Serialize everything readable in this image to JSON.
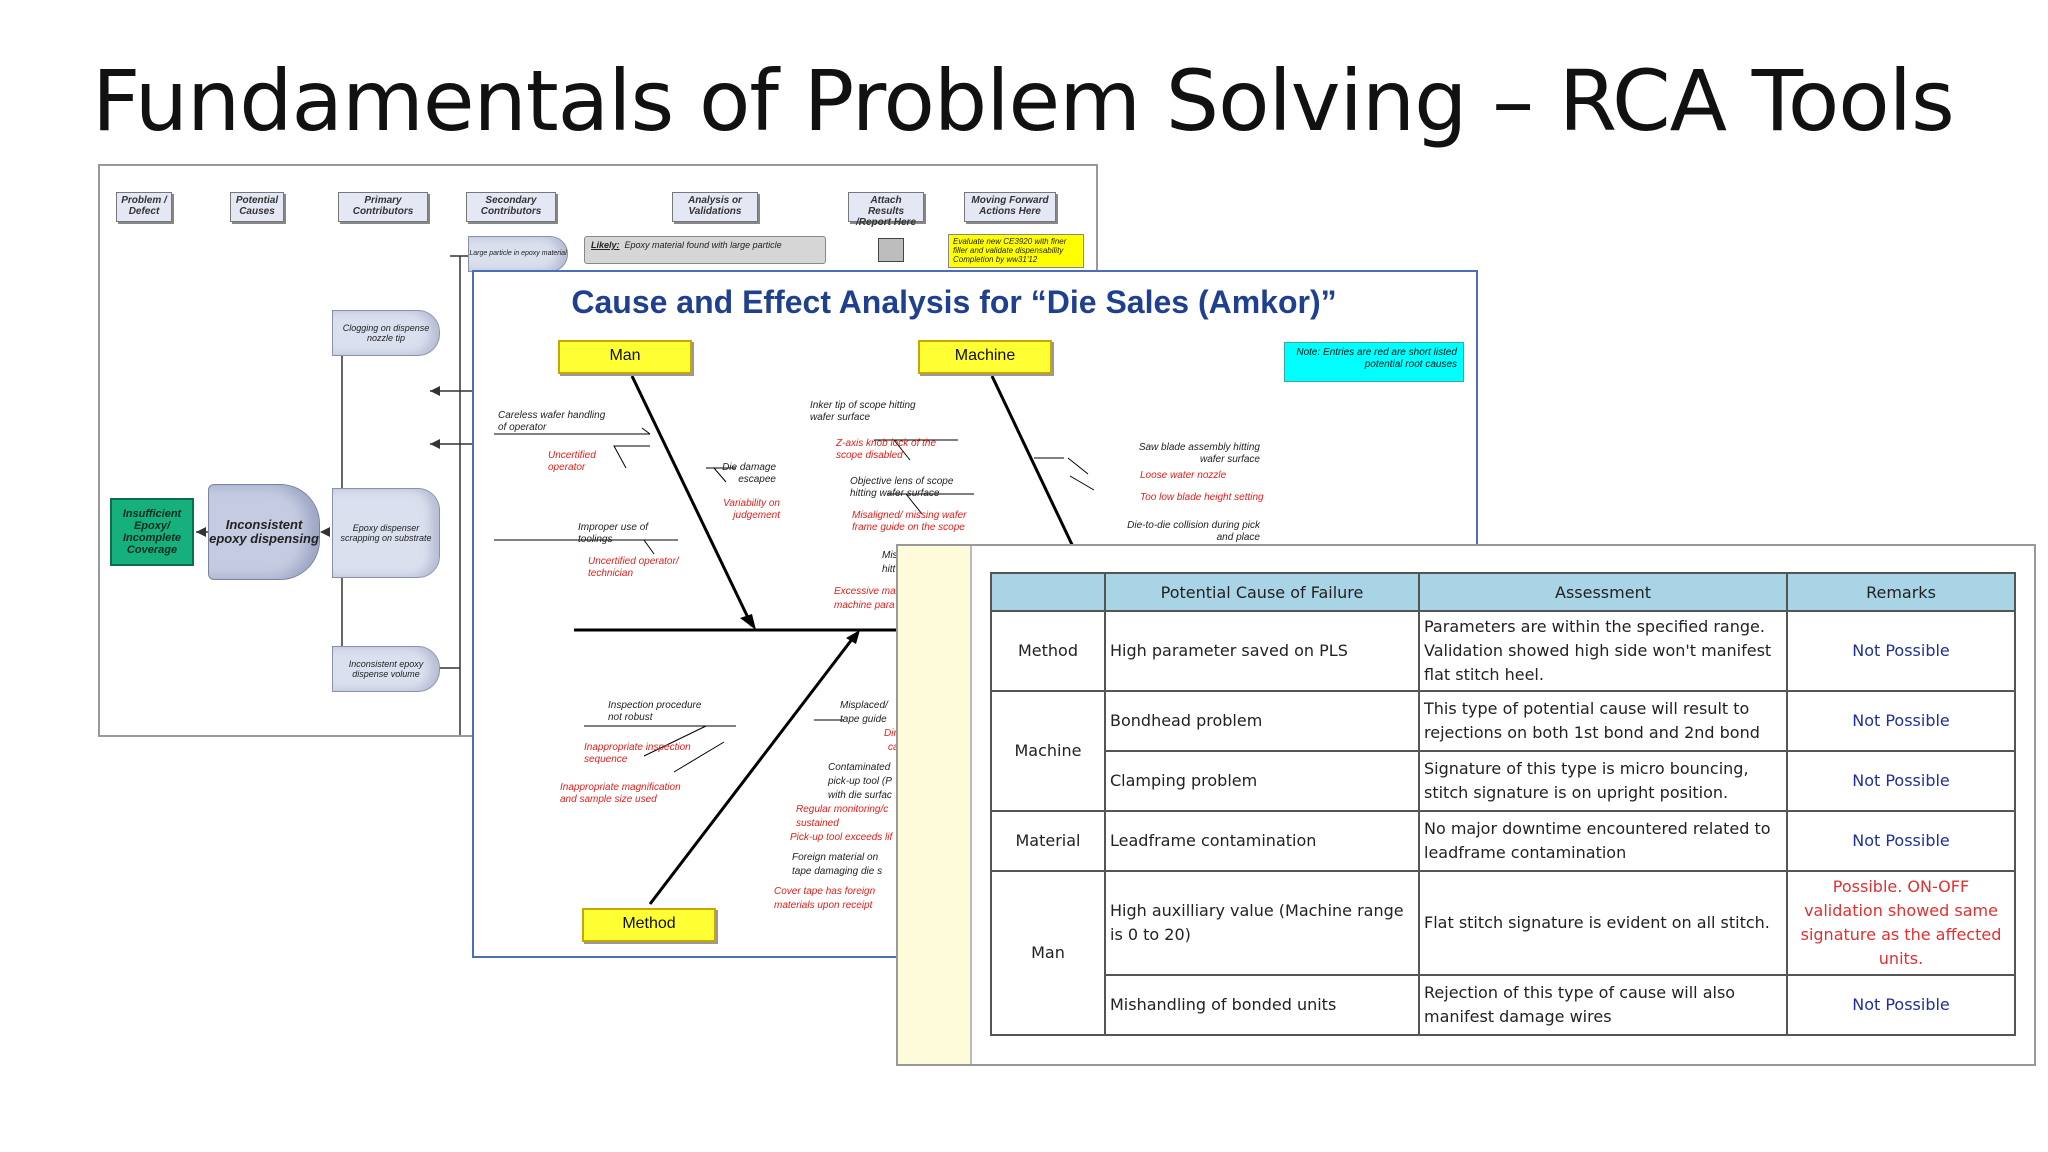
{
  "slide": {
    "title": "Fundamentals of Problem Solving – RCA Tools"
  },
  "flow_tree": {
    "headers": [
      "Problem / Defect",
      "Potential Causes",
      "Primary Contributors",
      "Secondary Contributors",
      "Analysis or Validations",
      "Attach Results /Report Here",
      "Moving Forward Actions Here"
    ],
    "problem": "Insufficient Epoxy/ Incomplete Coverage",
    "potential_cause": "Inconsistent epoxy dispensing",
    "primary": [
      "Clogging on dispense nozzle tip",
      "Epoxy dispenser scrapping on substrate",
      "Inconsistent epoxy dispense volume"
    ],
    "secondary": "Large particle in epoxy material",
    "likely_label": "Likely:",
    "likely_text": "Epoxy material found with large particle",
    "action": "Evaluate new CE3920 with finer filler and validate dispensability Completion by ww31'12",
    "colors": {
      "problem": "#16b07f",
      "box": "#c5cce2",
      "action": "#ffff00"
    }
  },
  "fishbone": {
    "title": "Cause and Effect Analysis for “Die Sales (Amkor)”",
    "categories": {
      "man": "Man",
      "machine": "Machine",
      "method": "Method"
    },
    "note": "Note: Entries are red are short listed potential root causes",
    "man_causes": [
      {
        "text": "Careless wafer handling of operator",
        "red": false
      },
      {
        "text": "Uncertified operator",
        "red": true
      },
      {
        "text": "Die damage escapee",
        "red": false
      },
      {
        "text": "Variability on judgement",
        "red": true
      },
      {
        "text": "Improper use of toolings",
        "red": false
      },
      {
        "text": "Uncertified operator/ technician",
        "red": true
      }
    ],
    "machine_causes": [
      {
        "text": "Inker tip of scope hitting wafer surface",
        "red": false
      },
      {
        "text": "Z-axis knob lock of the scope disabled",
        "red": true
      },
      {
        "text": "Objective lens of scope hitting wafer surface",
        "red": false
      },
      {
        "text": "Misaligned/ missing wafer frame guide on the scope",
        "red": true
      },
      {
        "text": "Saw blade assembly hitting wafer surface",
        "red": false
      },
      {
        "text": "Loose water nozzle",
        "red": true
      },
      {
        "text": "Too low blade height setting",
        "red": true
      },
      {
        "text": "Die-to-die collision during pick and place",
        "red": false
      },
      {
        "text": "Mis",
        "red": false
      },
      {
        "text": "hitt",
        "red": false
      },
      {
        "text": "Excessive ma",
        "red": true
      },
      {
        "text": "machine para",
        "red": true
      }
    ],
    "method_causes": [
      {
        "text": "Inspection procedure not robust",
        "red": false
      },
      {
        "text": "Inappropriate inspection sequence",
        "red": true
      },
      {
        "text": "Inappropriate magnification and sample size used",
        "red": true
      },
      {
        "text": "Misplaced/",
        "red": false
      },
      {
        "text": "tape guide",
        "red": false
      },
      {
        "text": "Dir",
        "red": true
      },
      {
        "text": "ca",
        "red": true
      },
      {
        "text": "Contaminated",
        "red": false
      },
      {
        "text": "pick-up tool (P",
        "red": false
      },
      {
        "text": "with die surfac",
        "red": false
      },
      {
        "text": "Regular monitoring/c",
        "red": true
      },
      {
        "text": "sustained",
        "red": true
      },
      {
        "text": "Pick-up tool exceeds lif",
        "red": true
      },
      {
        "text": "Foreign material on",
        "red": false
      },
      {
        "text": "tape damaging die s",
        "red": false
      },
      {
        "text": "Cover tape has foreign",
        "red": true
      },
      {
        "text": "materials upon receipt",
        "red": true
      }
    ],
    "colors": {
      "title": "#1f3f8f",
      "category_box": "#ffff33",
      "note": "#00ffff",
      "red_text": "#e0201c"
    }
  },
  "rca_table": {
    "headers": [
      "Potential Cause of Failure",
      "Assessment",
      "Remarks"
    ],
    "rows": [
      {
        "category": "Method",
        "cause": "High parameter saved on PLS",
        "assessment": "Parameters are within the specified range. Validation showed high side won't manifest flat stitch heel.",
        "remark": "Not Possible"
      },
      {
        "category": "Machine",
        "cause": "Bondhead problem",
        "assessment": "This type of potential cause will result to rejections on both 1st bond and 2nd bond",
        "remark": "Not Possible"
      },
      {
        "category": "",
        "cause": "Clamping problem",
        "assessment": "Signature of this type is micro bouncing, stitch signature is on upright position.",
        "remark": "Not Possible"
      },
      {
        "category": "Material",
        "cause": "Leadframe contamination",
        "assessment": "No major downtime encountered related to leadframe contamination",
        "remark": "Not Possible"
      },
      {
        "category": "Man",
        "cause": "High auxilliary value (Machine range is 0 to 20)",
        "assessment": "Flat stitch signature is evident on all stitch.",
        "remark": "Possible. ON-OFF validation showed same signature as the affected units."
      },
      {
        "category": "",
        "cause": "Mishandling of bonded units",
        "assessment": "Rejection of this type of cause will also manifest damage wires",
        "remark": "Not Possible"
      }
    ],
    "colors": {
      "header": "#a8d4e6",
      "remark_blue": "#1f2f9a",
      "remark_red": "#e03030"
    }
  }
}
